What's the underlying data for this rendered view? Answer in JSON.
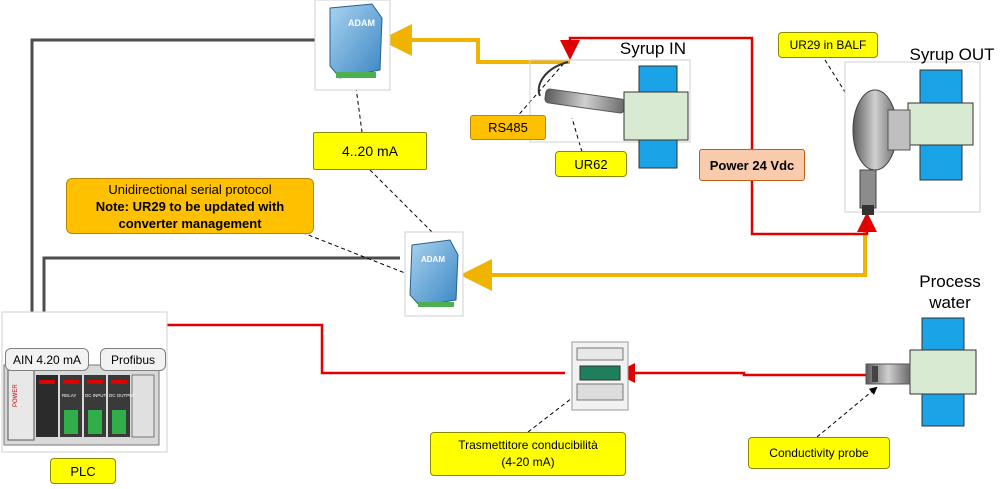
{
  "labels": {
    "syrup_in": "Syrup IN",
    "syrup_out": "Syrup OUT",
    "process_water_1": "Process",
    "process_water_2": "water",
    "ur29_balf": "UR29 in BALF",
    "rs485": "RS485",
    "ur62": "UR62",
    "power_24": "Power 24 Vdc",
    "ma_4_20": "4..20 mA",
    "serial_protocol": "Unidirectional serial protocol",
    "note": "Note: UR29 to be updated with converter management",
    "ain": "AIN 4.20 mA",
    "profibus": "Profibus",
    "plc": "PLC",
    "transmitter_1": "Trasmettitore conducibilità",
    "transmitter_2": "(4-20 mA)",
    "conductivity_probe": "Conductivity probe"
  },
  "devices": {
    "adam_brand": "ADAM",
    "plc_power": "POWER",
    "plc_relay": "RELAY",
    "plc_dc_input": "DC INPUT",
    "plc_dc_output": "DC OUTPUT"
  },
  "colors": {
    "signal_wire": "#f0b400",
    "power_wire": "#e00000",
    "plc_wire": "#4d4d4d",
    "pipe": "#1aa3e6",
    "flow_cell": "#d9ead3",
    "label_yellow": "#ffff00",
    "label_orange": "#ffc000",
    "label_salmon": "#f8cbad"
  }
}
